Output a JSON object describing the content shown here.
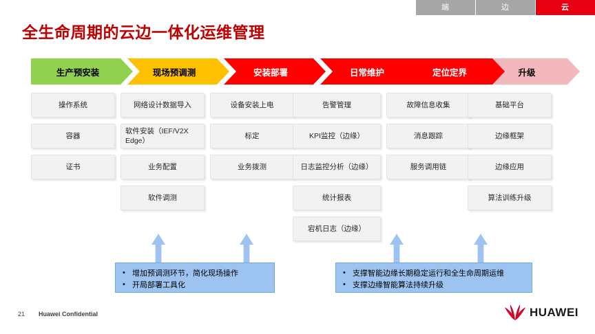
{
  "header": {
    "tabs": [
      {
        "label": "端",
        "active": false
      },
      {
        "label": "边",
        "active": false
      },
      {
        "label": "云",
        "active": true
      }
    ]
  },
  "title": "全生命周期的云边一体化运维管理",
  "colors": {
    "title": "#C00000",
    "tab_active": "#E60012",
    "tab_inactive": "#A6A6A6",
    "stage_green": "#92D050",
    "stage_amber": "#FFC000",
    "stage_red": "#FF0000",
    "stage_pink": "#F4B8BC",
    "box_fill": "#F2F2F2",
    "callout_fill": "#9DC3F0",
    "arrow_fill": "#9DC3F0"
  },
  "process": [
    {
      "label": "生产预安装",
      "fill": "#92D050",
      "text_color": "#000000"
    },
    {
      "label": "现场预调测",
      "fill": "#FFC000",
      "text_color": "#000000"
    },
    {
      "label": "安装部署",
      "fill": "#FF0000",
      "text_color": "#FFFFFF"
    },
    {
      "label": "日常维护",
      "fill": "#FF0000",
      "text_color": "#FFFFFF"
    },
    {
      "label": "定位定界",
      "fill": "#FF0000",
      "text_color": "#FFFFFF"
    },
    {
      "label": "升级",
      "fill": "#F4B8BC",
      "text_color": "#000000"
    }
  ],
  "columns": [
    {
      "stage": "生产预安装",
      "items": [
        "操作系统",
        "容器",
        "证书"
      ]
    },
    {
      "stage": "现场预调测",
      "items": [
        "网络设计数据导入",
        "软件安装（IEF/V2X Edge）",
        "业务配置",
        "软件调测"
      ]
    },
    {
      "stage": "安装部署",
      "items": [
        "设备安装上电",
        "标定",
        "业务拨测"
      ]
    },
    {
      "stage": "日常维护",
      "items": [
        "告警管理",
        "KPI监控（边缘）",
        "日志监控分析（边缘）",
        "统计报表",
        "宕机日志（边缘）"
      ]
    },
    {
      "stage": "定位定界",
      "items": [
        "故障信息收集",
        "消息跟踪",
        "服务调用链"
      ]
    },
    {
      "stage": "升级",
      "items": [
        "基础平台",
        "边缘框架",
        "边缘应用",
        "算法训练升级"
      ]
    }
  ],
  "callouts": [
    {
      "id": "left",
      "bullets": [
        "增加预调测环节，简化现场操作",
        "开局部署工具化"
      ]
    },
    {
      "id": "right",
      "bullets": [
        "支撑智能边缘长期稳定运行和全生命周期运维",
        "支撑边缘智能算法持续升级"
      ]
    }
  ],
  "footer": {
    "page_number": "21",
    "confidential": "Huawei Confidential",
    "brand": "HUAWEI"
  }
}
